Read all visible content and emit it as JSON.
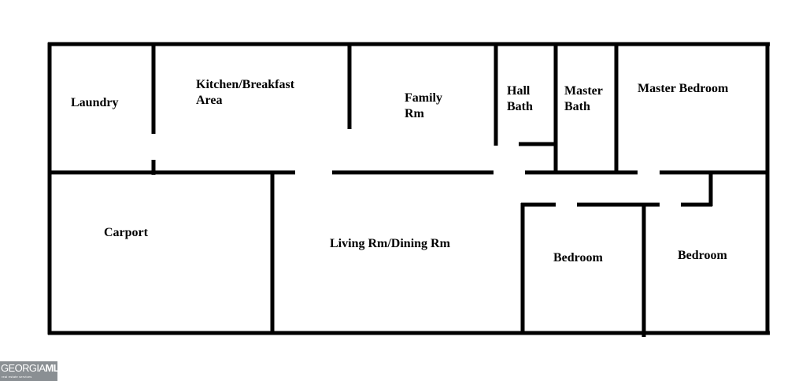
{
  "floor_plan": {
    "rooms": {
      "laundry": "Laundry",
      "kitchen": "Kitchen/Breakfast\nArea",
      "family": "Family\nRm",
      "hall_bath": "Hall\nBath",
      "master_bath": "Master\nBath",
      "master_bedroom": "Master Bedroom",
      "carport": "Carport",
      "living_dining": "Living Rm/Dining Rm",
      "bedroom_2": "Bedroom",
      "bedroom_3": "Bedroom"
    }
  },
  "watermark": {
    "logo_part1": "GEORGIA",
    "logo_part2": "MLS",
    "tagline": "real estate services"
  }
}
